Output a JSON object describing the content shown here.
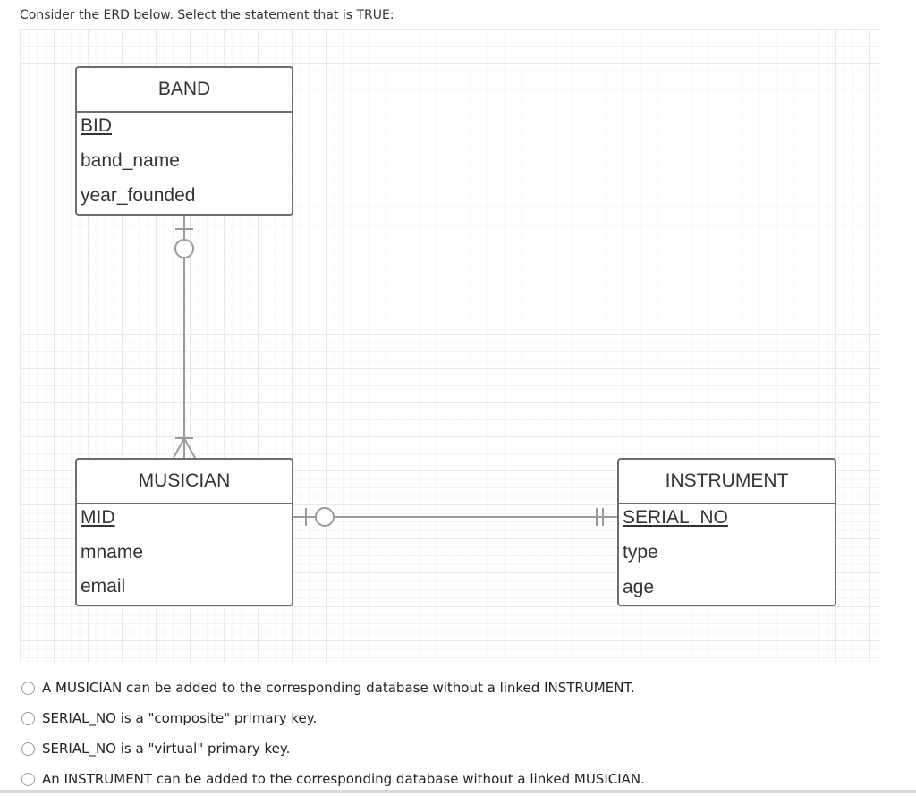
{
  "question": "Consider the ERD below.  Select the statement that is TRUE:",
  "entities": {
    "band": {
      "title": "BAND",
      "attrs": [
        "BID",
        "band_name",
        "year_founded"
      ]
    },
    "musician": {
      "title": "MUSICIAN",
      "attrs": [
        "MID",
        "mname",
        "email"
      ]
    },
    "instrument": {
      "title": "INSTRUMENT",
      "attrs": [
        "SERIAL_NO",
        "type",
        "age"
      ]
    }
  },
  "options": [
    "A MUSICIAN can be added to the corresponding database without a linked INSTRUMENT.",
    "SERIAL_NO is a \"composite\" primary key.",
    "SERIAL_NO is a \"virtual\" primary key.",
    "An INSTRUMENT can be added to the corresponding database without a linked MUSICIAN."
  ]
}
